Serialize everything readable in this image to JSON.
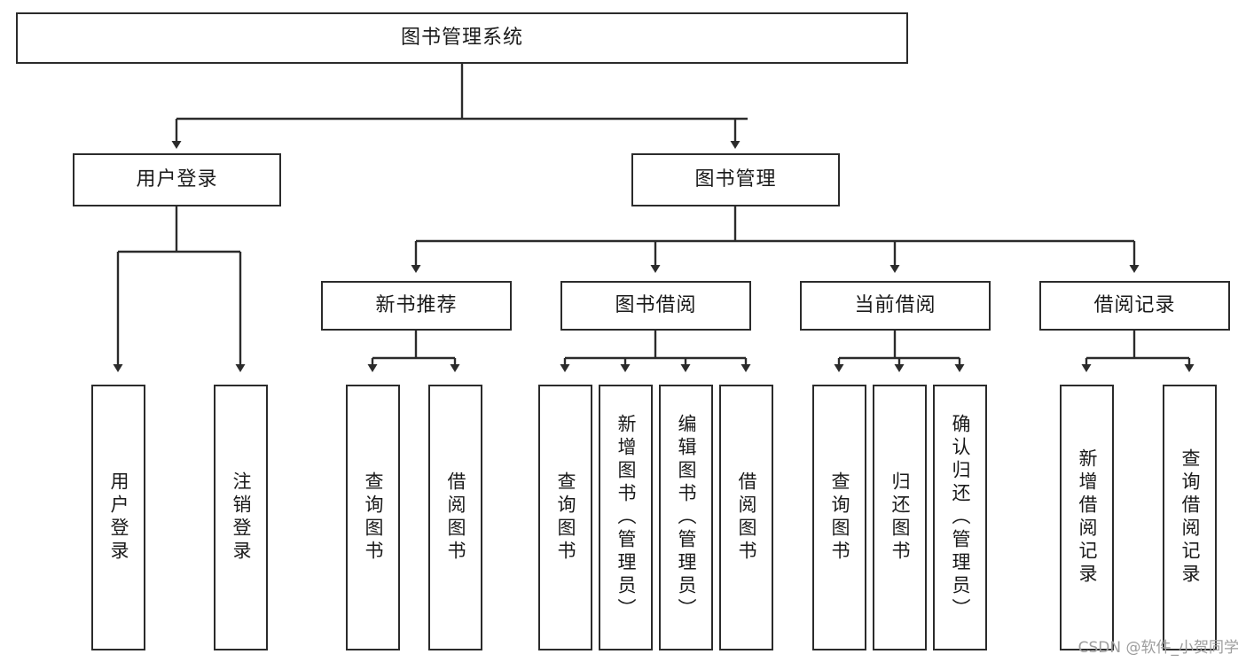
{
  "diagram": {
    "title": "图书管理系统",
    "type": "tree-hierarchy",
    "watermark": "CSDN @软件_小贺同学",
    "colors": {
      "border": "#2b2b2b",
      "background": "#ffffff",
      "text": "#1a1a1a",
      "watermark": "#9d9d9d"
    },
    "root": {
      "label": "图书管理系统"
    },
    "level2": [
      {
        "label": "用户登录"
      },
      {
        "label": "图书管理"
      }
    ],
    "level3": [
      {
        "label": "新书推荐"
      },
      {
        "label": "图书借阅"
      },
      {
        "label": "当前借阅"
      },
      {
        "label": "借阅记录"
      }
    ],
    "leaves": {
      "user_login": [
        {
          "label": "用户登录"
        },
        {
          "label": "注销登录"
        }
      ],
      "new_book_recommend": [
        {
          "label": "查询图书"
        },
        {
          "label": "借阅图书"
        }
      ],
      "book_borrow": [
        {
          "label": "查询图书"
        },
        {
          "label": "新增图书（管理员）"
        },
        {
          "label": "编辑图书（管理员）"
        },
        {
          "label": "借阅图书"
        }
      ],
      "current_borrow": [
        {
          "label": "查询图书"
        },
        {
          "label": "归还图书"
        },
        {
          "label": "确认归还（管理员）"
        }
      ],
      "borrow_record": [
        {
          "label": "新增借阅记录"
        },
        {
          "label": "查询借阅记录"
        }
      ]
    }
  }
}
